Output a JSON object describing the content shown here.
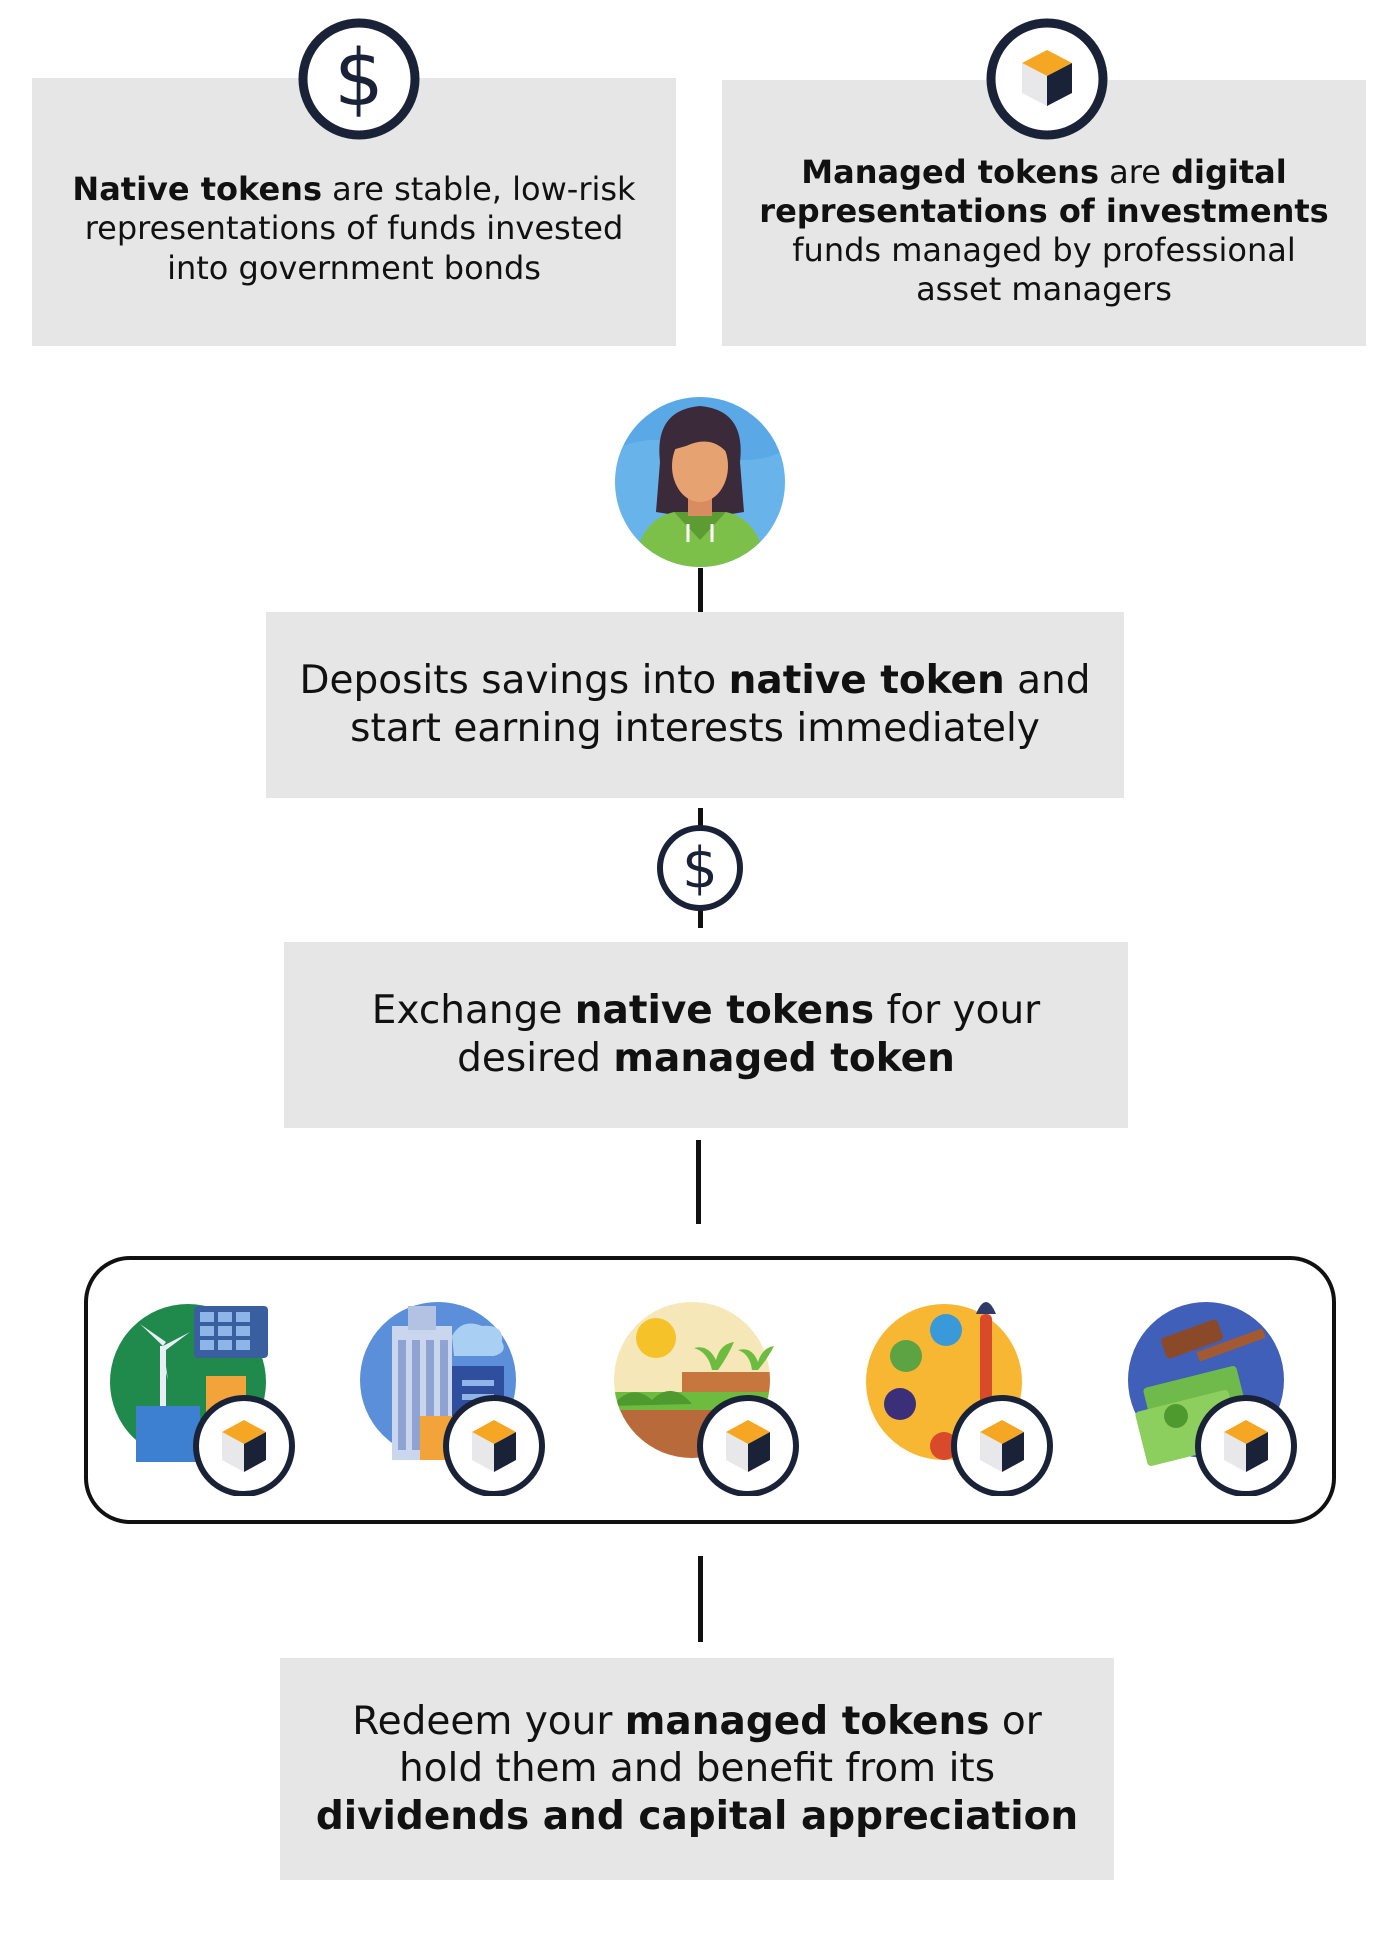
{
  "native_box": {
    "lines": [
      {
        "bold": "Native tokens",
        "rest": " are stable, low-risk"
      },
      {
        "bold": "",
        "rest": "representations of funds invested"
      },
      {
        "bold": "",
        "rest": "into government bonds"
      }
    ]
  },
  "managed_box": {
    "line1_bold": "Managed tokens",
    "line1_rest": " are ",
    "line1_bold2": "digital",
    "line2_bold": "representations of investments",
    "line3": "funds managed by professional",
    "line4": "asset managers"
  },
  "step1": {
    "line1_pre": "Deposits savings into ",
    "line1_bold": "native token",
    "line1_post": " and",
    "line2": "start earning interests immediately"
  },
  "step2": {
    "line1_pre": "Exchange ",
    "line1_bold": "native tokens",
    "line1_post": " for your",
    "line2_pre": "desired ",
    "line2_bold": "managed token"
  },
  "step3": {
    "line1_pre": "Redeem your ",
    "line1_bold": "managed tokens",
    "line1_post": " or",
    "line2": "hold them and benefit from its",
    "line3_bold": "dividends and capital appreciation"
  },
  "icons": {
    "dollar": "dollar-icon",
    "token": "token-cube-icon",
    "person": "person-avatar",
    "categories": [
      "renewable-energy-icon",
      "real-estate-icon",
      "agriculture-icon",
      "art-icon",
      "legal-finance-icon"
    ]
  },
  "colors": {
    "box_bg": "#e6e6e6",
    "navy": "#1a2238",
    "gold": "#f5a623"
  }
}
